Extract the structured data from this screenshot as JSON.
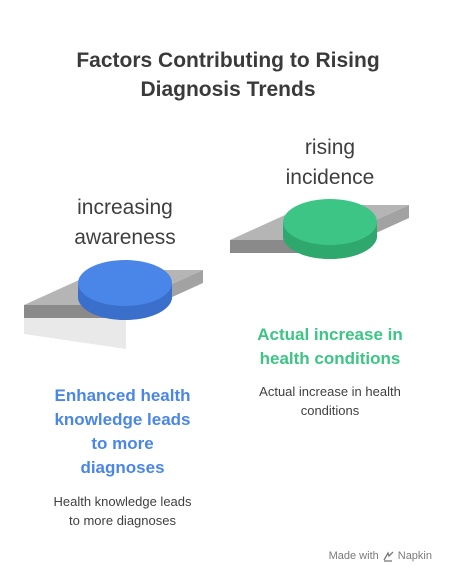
{
  "title": {
    "line1": "Factors Contributing to Rising",
    "line2": "Diagnosis Trends"
  },
  "left": {
    "label_line1": "increasing",
    "label_line2": "awareness",
    "heading_line1": "Enhanced health",
    "heading_line2": "knowledge leads",
    "heading_line3": "to more",
    "heading_line4": "diagnoses",
    "desc_line1": "Health knowledge leads",
    "desc_line2": "to more diagnoses",
    "color": "#4A86E8"
  },
  "right": {
    "label_line1": "rising",
    "label_line2": "incidence",
    "heading_line1": "Actual increase in",
    "heading_line2": "health conditions",
    "desc_line1": "Actual increase in health",
    "desc_line2": "conditions",
    "color": "#3CC584"
  },
  "footer": {
    "made_with": "Made with",
    "brand": "Napkin"
  }
}
